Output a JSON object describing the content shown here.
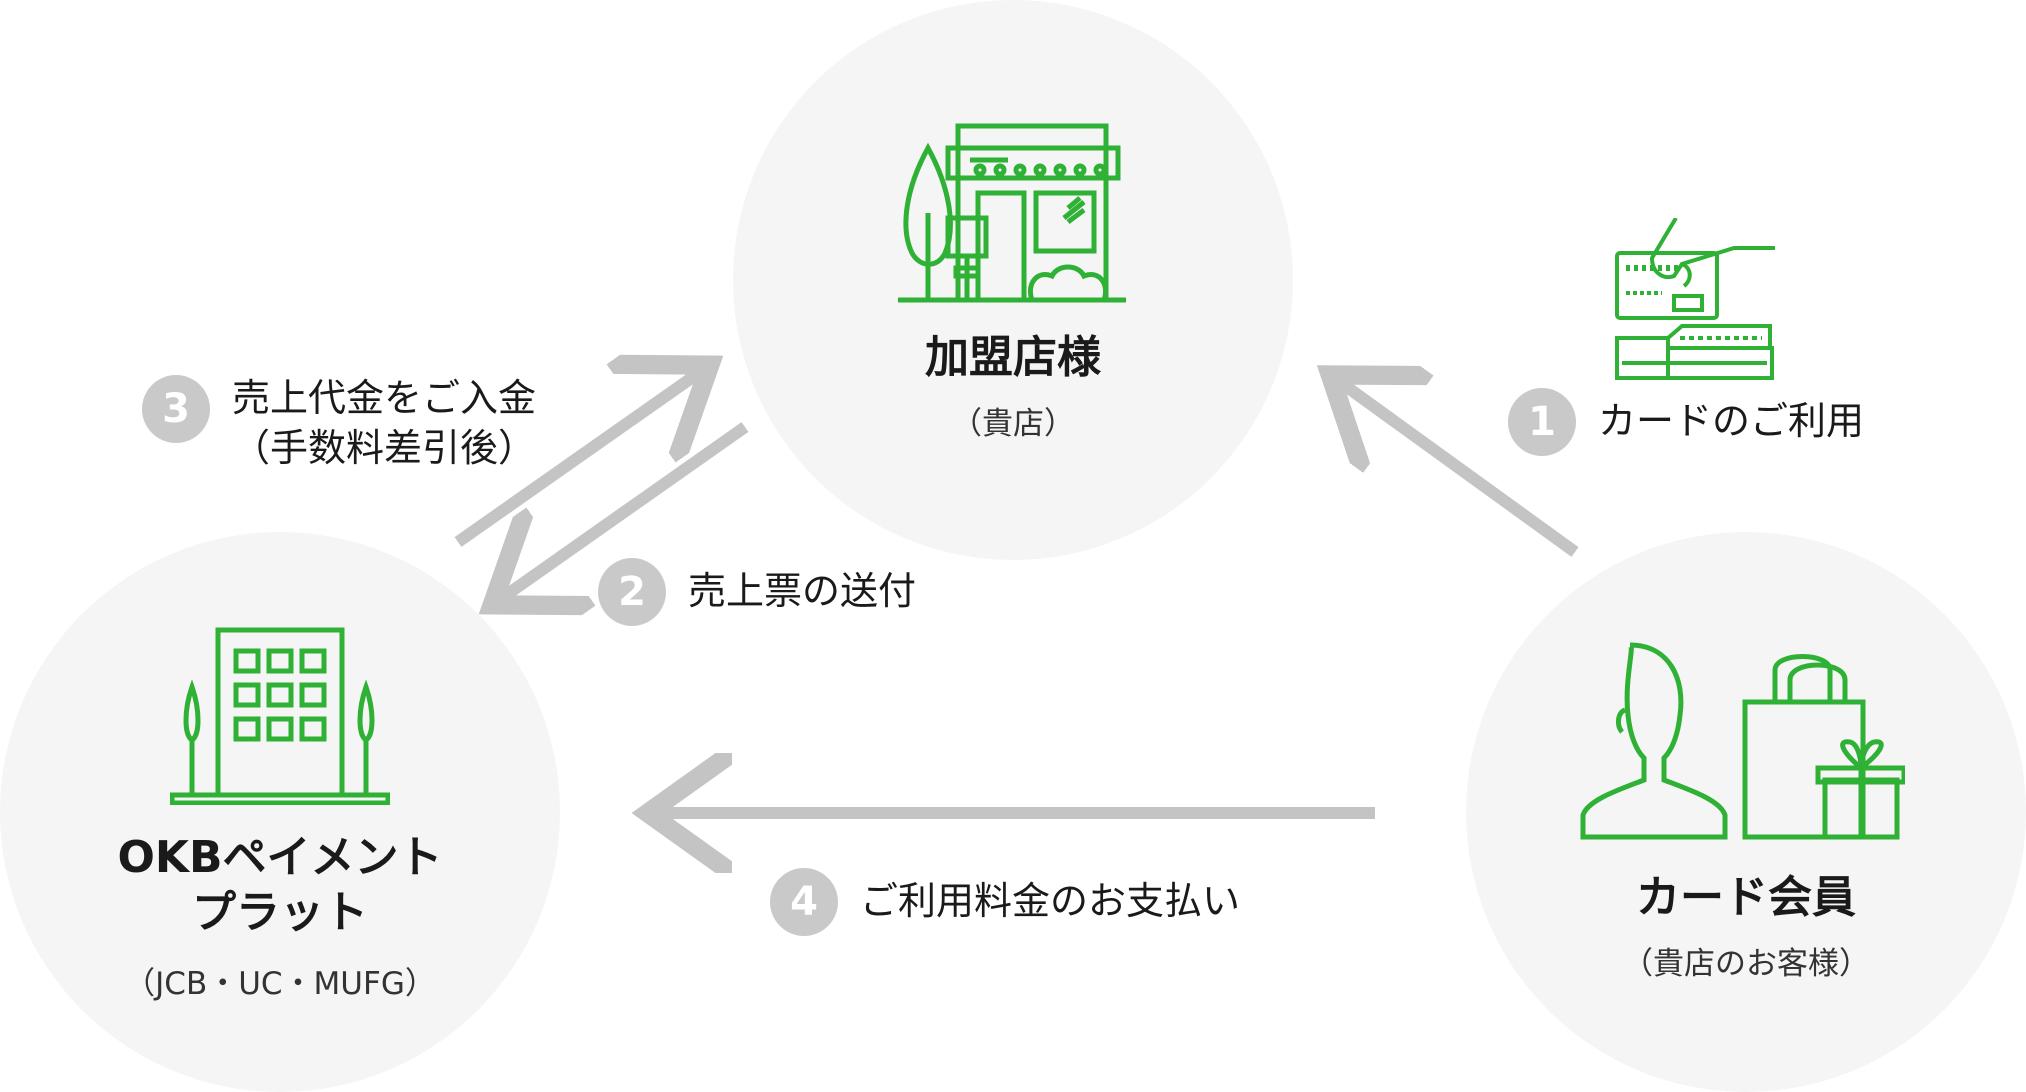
{
  "nodes": {
    "store": {
      "title": "加盟店様",
      "subtitle": "（貴店）"
    },
    "okb": {
      "title_line1": "OKBペイメント",
      "title_line2": "プラット",
      "subtitle": "（JCB・UC・MUFG）"
    },
    "member": {
      "title": "カード会員",
      "subtitle": "（貴店のお客様）"
    }
  },
  "steps": [
    {
      "number": "1",
      "label": "カードのご利用"
    },
    {
      "number": "2",
      "label": "売上票の送付"
    },
    {
      "number": "3",
      "label_line1": "売上代金をご入金",
      "label_line2": "（手数料差引後）"
    },
    {
      "number": "4",
      "label": "ご利用料金のお支払い"
    }
  ],
  "icons": {
    "store": "storefront-icon",
    "okb": "office-building-icon",
    "member": "shopper-with-bags-icon",
    "card": "card-terminal-icon"
  },
  "colors": {
    "icon_green": "#2eb135",
    "circle_bg": "#f5f5f5",
    "arrow_gray": "#c4c4c4",
    "badge_gray": "#c9c9c9"
  }
}
